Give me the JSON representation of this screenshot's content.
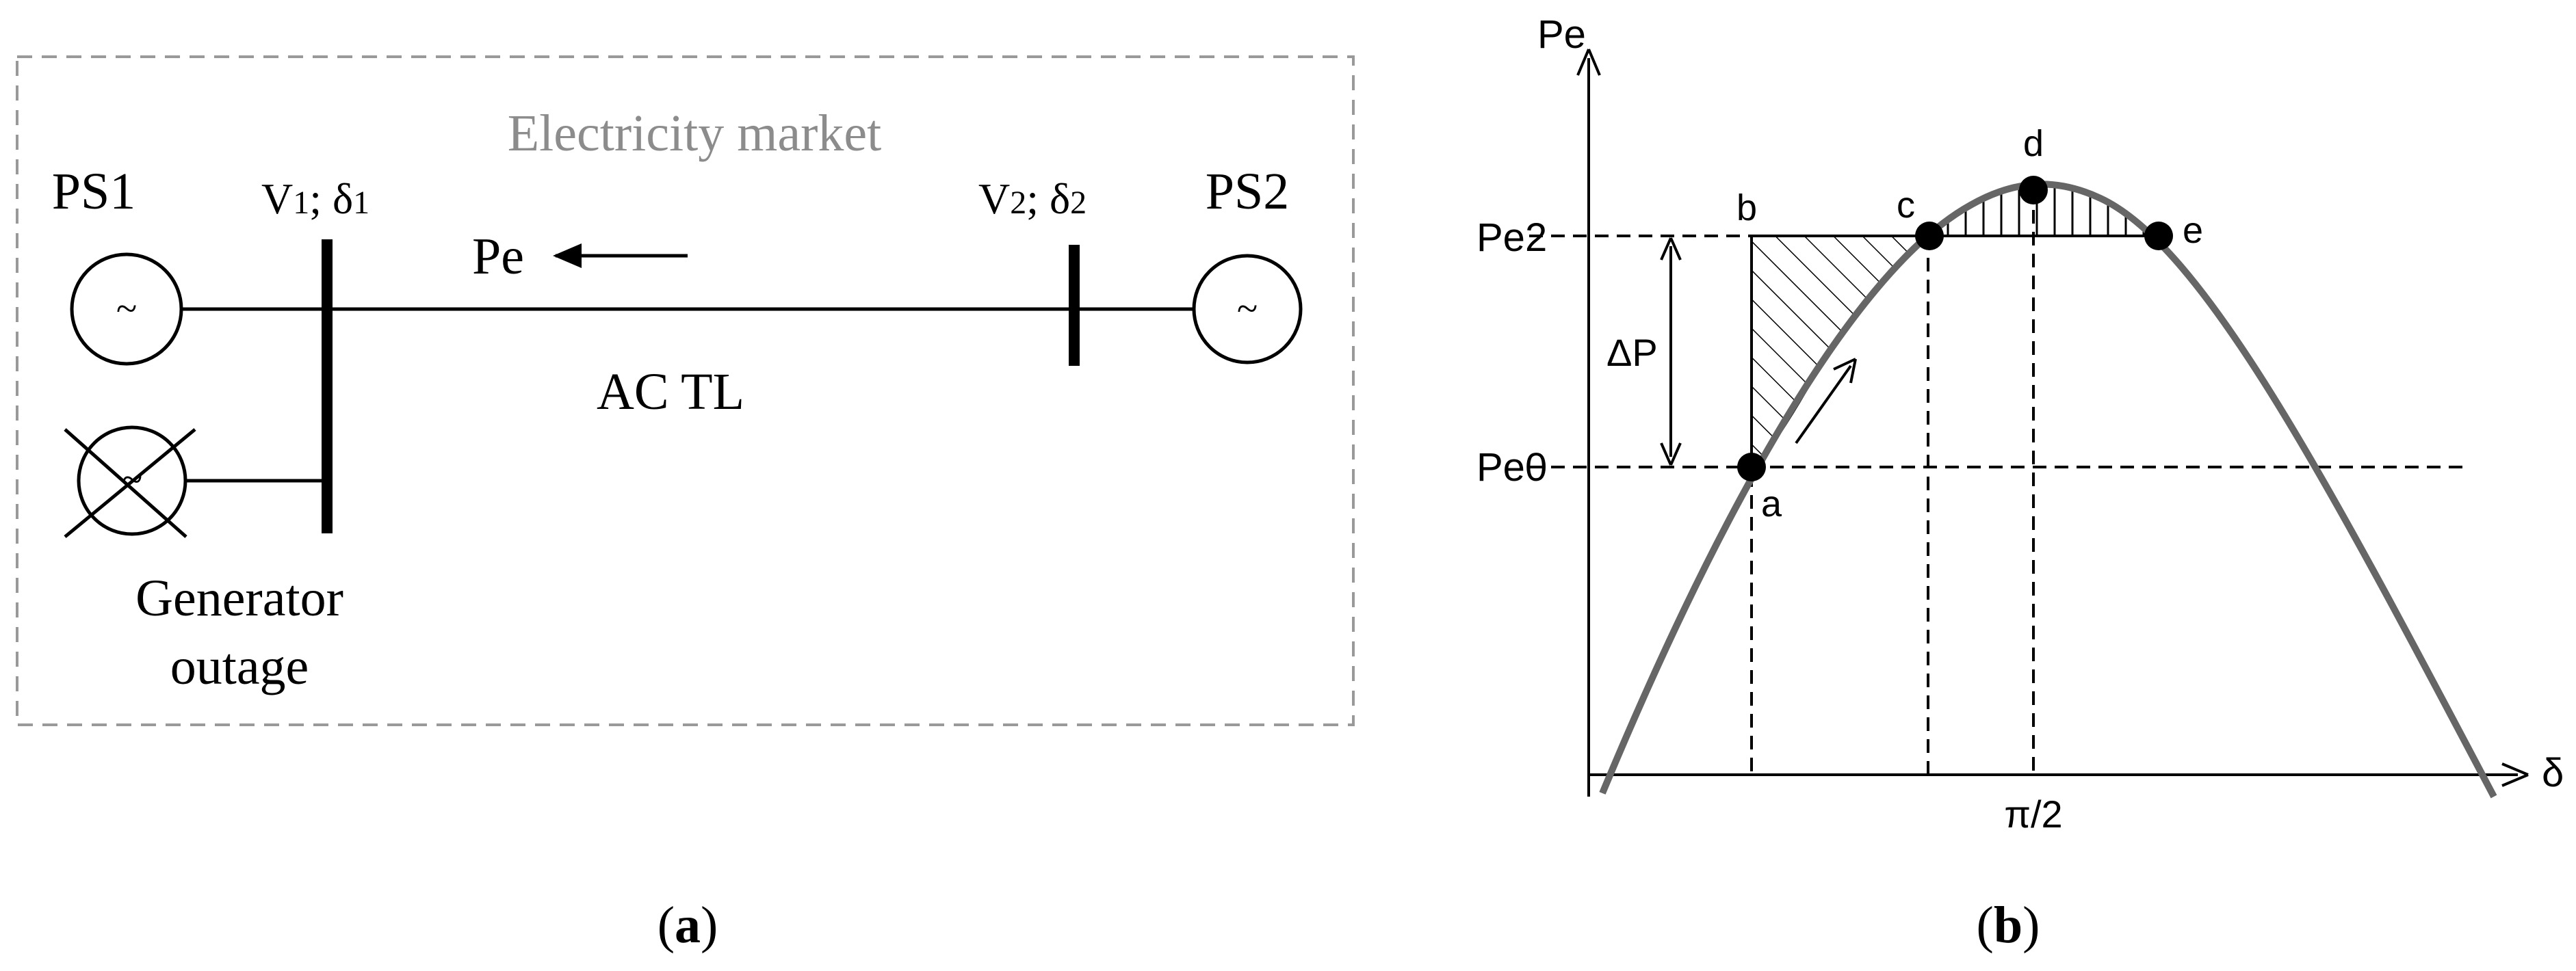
{
  "panel_a": {
    "market_label": "Electricity market",
    "ps1": "PS1",
    "ps2": "PS2",
    "generator_symbol": "~",
    "bus1_prefix": "V",
    "bus1_sub": "1",
    "bus1_sep": "; δ",
    "bus1_sub2": "1",
    "bus2_prefix": "V",
    "bus2_sub": "2",
    "bus2_sep": "; δ",
    "bus2_sub2": "2",
    "power_flow": "Pe",
    "line_label": "AC TL",
    "outage_line1": "Generator",
    "outage_line2": "outage",
    "caption_open": "(",
    "caption_letter": "a",
    "caption_close": ")"
  },
  "panel_b": {
    "y_axis_label": "Pe",
    "x_axis_label": "δ",
    "pe2_label": "Pe2",
    "pe0_label": "Pe0",
    "delta_p_label": "ΔP",
    "pi_half_label": "π/2",
    "point_a": "a",
    "point_b": "b",
    "point_c": "c",
    "point_d": "d",
    "point_e": "e",
    "caption_open": "(",
    "caption_letter": "b",
    "caption_close": ")"
  },
  "colors": {
    "line": "#000000",
    "curve": "#666666",
    "dashed_box": "#999999",
    "market_text": "#8c8c8c"
  }
}
